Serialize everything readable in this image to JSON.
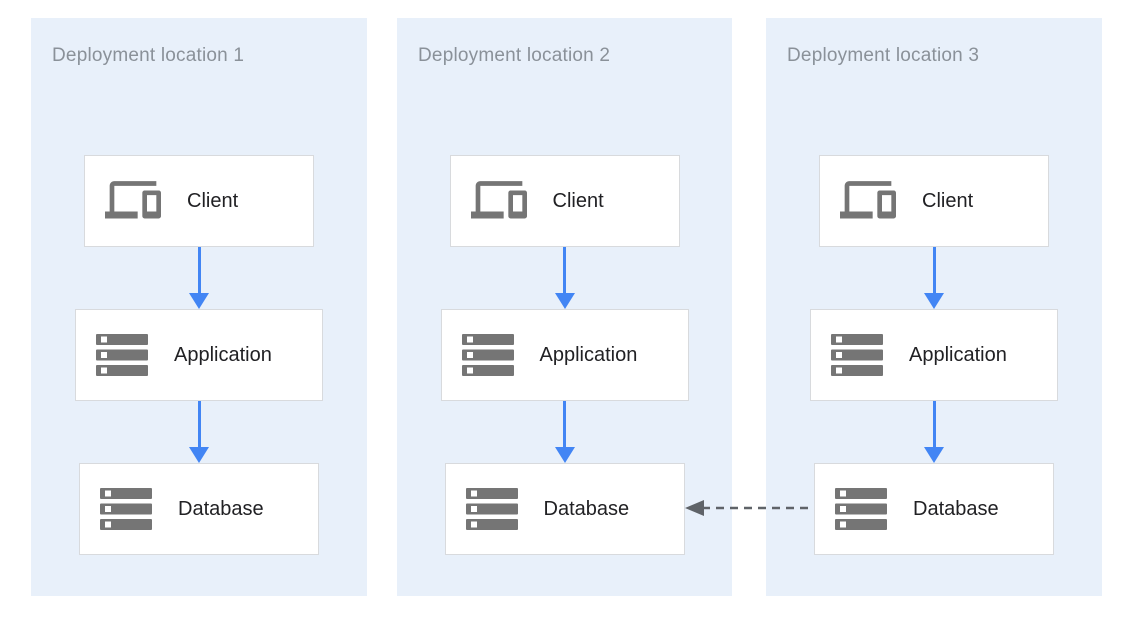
{
  "diagram": {
    "panels": [
      {
        "title": "Deployment location 1",
        "nodes": [
          {
            "label": "Client",
            "icon": "devices-icon"
          },
          {
            "label": "Application",
            "icon": "server-stack-icon"
          },
          {
            "label": "Database",
            "icon": "server-stack-icon"
          }
        ]
      },
      {
        "title": "Deployment location 2",
        "nodes": [
          {
            "label": "Client",
            "icon": "devices-icon"
          },
          {
            "label": "Application",
            "icon": "server-stack-icon"
          },
          {
            "label": "Database",
            "icon": "server-stack-icon"
          }
        ]
      },
      {
        "title": "Deployment location 3",
        "nodes": [
          {
            "label": "Client",
            "icon": "devices-icon"
          },
          {
            "label": "Application",
            "icon": "server-stack-icon"
          },
          {
            "label": "Database",
            "icon": "server-stack-icon"
          }
        ]
      }
    ],
    "edges": {
      "per_panel_flow": [
        "Client→Application",
        "Application→Database"
      ],
      "cross_panel": {
        "from": "Database (Deployment location 3)",
        "to": "Database (Deployment location 2)",
        "style": "dashed"
      }
    },
    "colors": {
      "panel_bg": "#e8f0fa",
      "flow": "#4285f4",
      "repl": "#5f6368",
      "node_border": "#d8dadd",
      "label": "#212124",
      "title": "#8a9199",
      "icon": "#757575"
    }
  }
}
